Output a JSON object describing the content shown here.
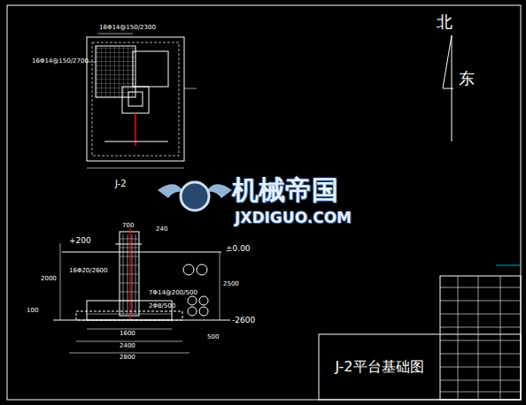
{
  "diagram": {
    "nodes": [
      {
        "text": [
          "J-2平台基础图"
        ]
      }
    ],
    "labels": [
      "16Φ14@150/2300",
      "16Φ14@150/2700",
      "北",
      "东",
      "J-2",
      "机械帝国",
      "JXDIGUO.COM",
      "+200",
      "±0.00",
      "16Φ20/2600",
      "2000",
      "2500",
      "7Φ14@200/500",
      "2Φ8/500",
      "-2600",
      "1600",
      "2400",
      "2800",
      "700",
      "240",
      "100",
      "500"
    ]
  }
}
